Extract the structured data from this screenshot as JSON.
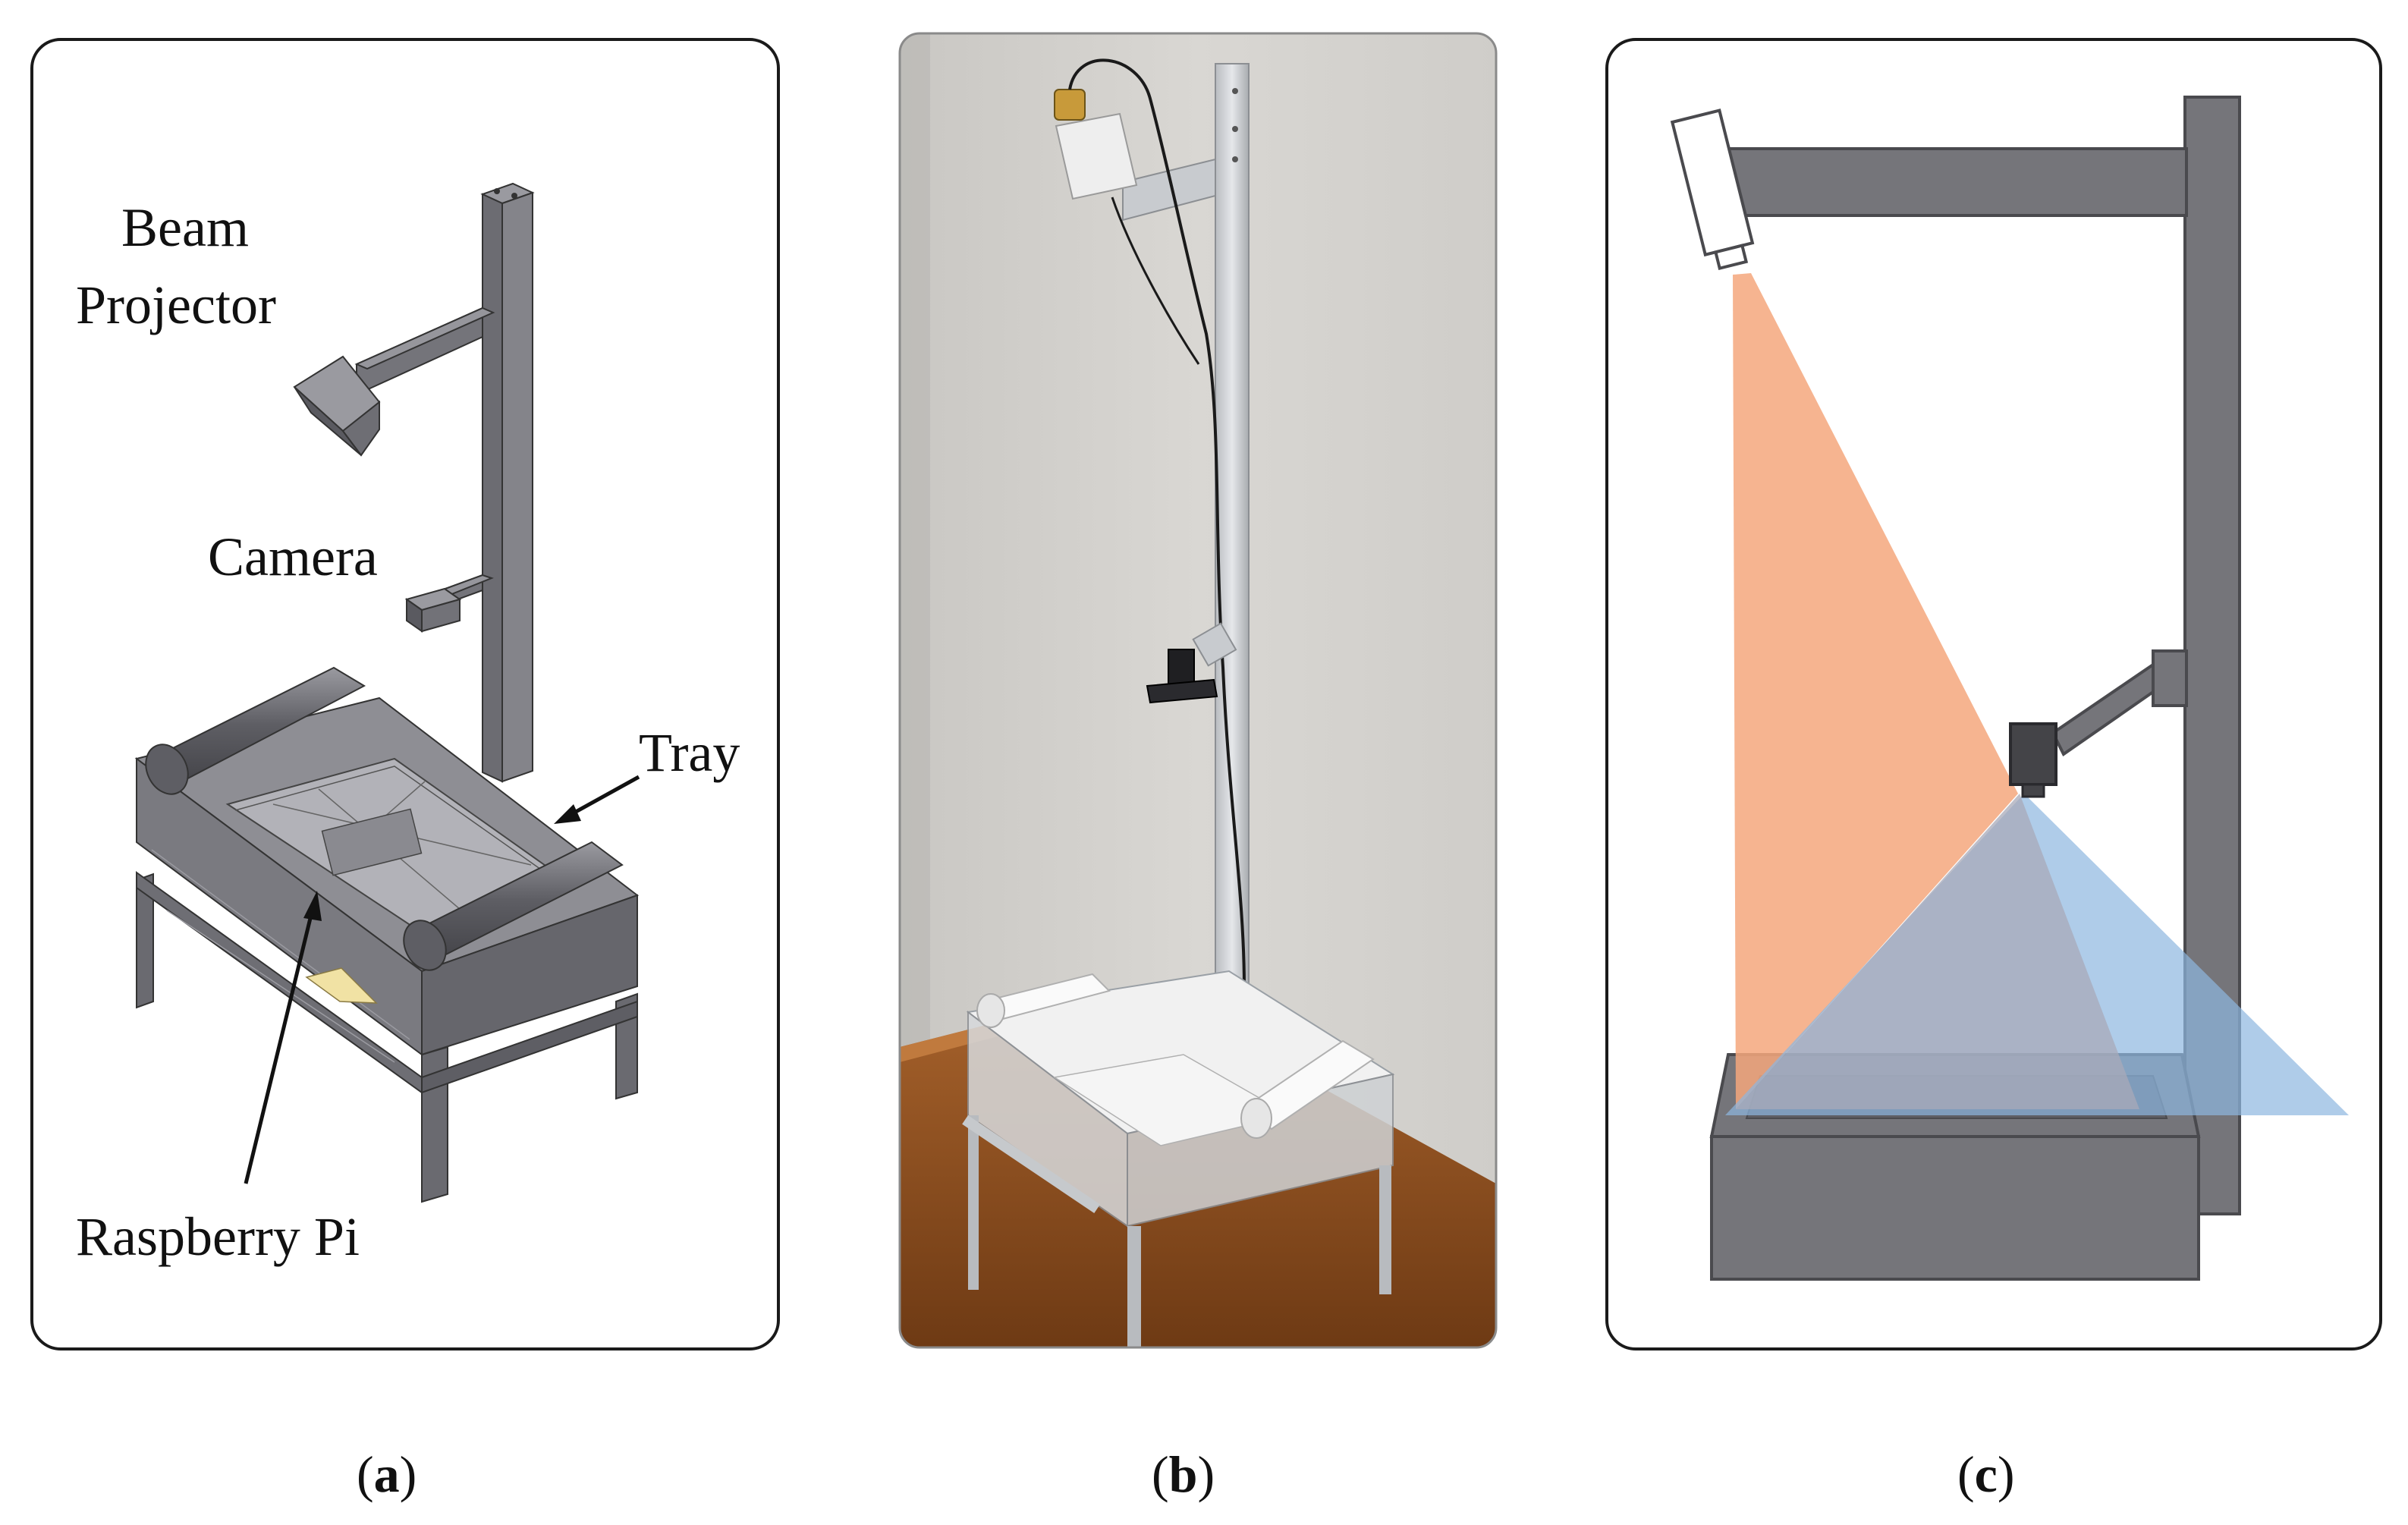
{
  "panel_a": {
    "labels": {
      "beam_projector_line1": "Beam",
      "beam_projector_line2": "Projector",
      "camera": "Camera",
      "tray": "Tray",
      "raspberry_pi": "Raspberry Pi"
    },
    "caption_letter": "a"
  },
  "panel_b": {
    "caption_letter": "b"
  },
  "panel_c": {
    "caption_letter": "c"
  },
  "colors": {
    "frame_gray": "#75757a",
    "frame_stroke": "#4a4a4e",
    "projector_beam": "#f4a77d",
    "camera_view": "#8db6e0",
    "overlap": "#a8aab8"
  },
  "icons": {
    "projector": "projector-icon",
    "camera": "camera-icon"
  }
}
